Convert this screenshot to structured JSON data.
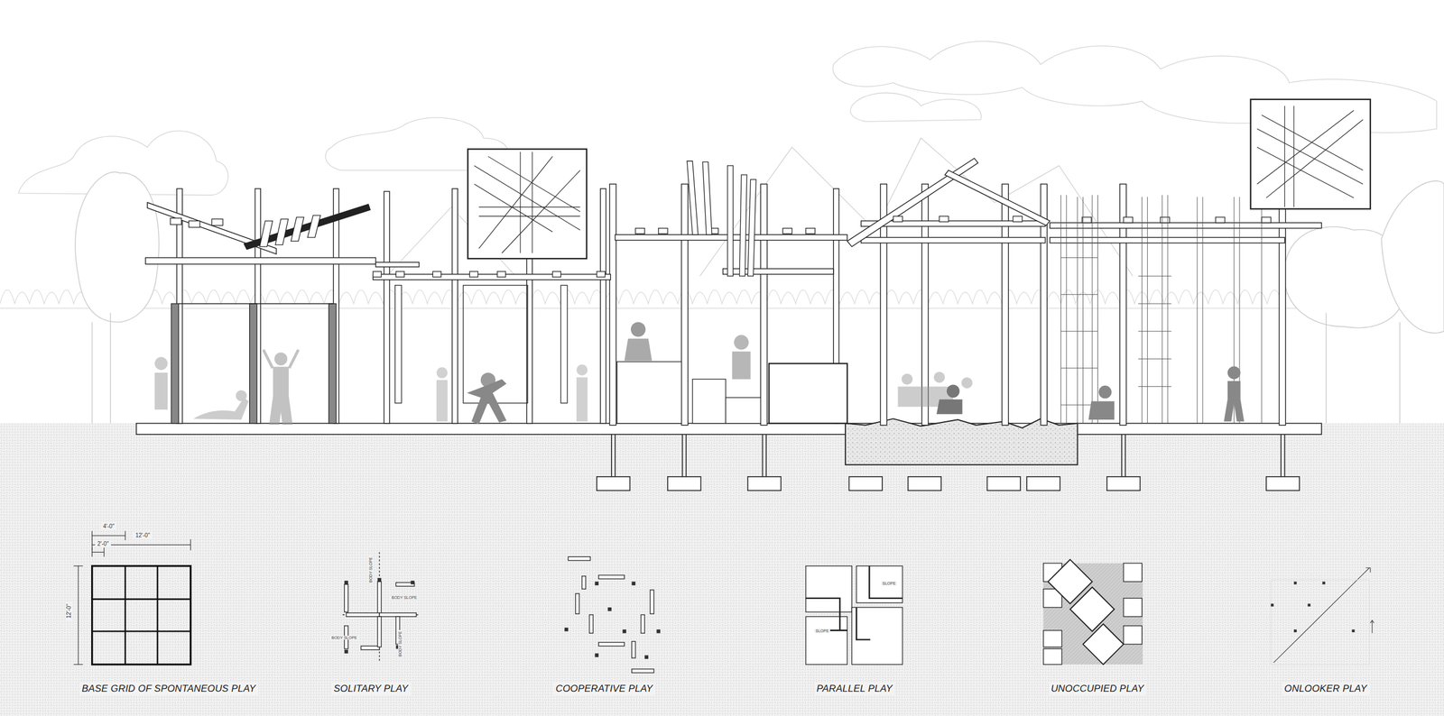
{
  "diagram": {
    "labels": [
      "BASE GRID OF SPONTANEOUS PLAY",
      "SOLITARY PLAY",
      "COOPERATIVE PLAY",
      "PARALLEL PLAY",
      "UNOCCUPIED PLAY",
      "ONLOOKER PLAY",
      "12'-0\"",
      "4'-0\"",
      "2'-0\"",
      "12'-0\"",
      "BODY SLOPE",
      "BODY SLOPE",
      "BODY SLOPE",
      "BODY SLOPE",
      "SLOPE",
      "SLOPE"
    ]
  }
}
